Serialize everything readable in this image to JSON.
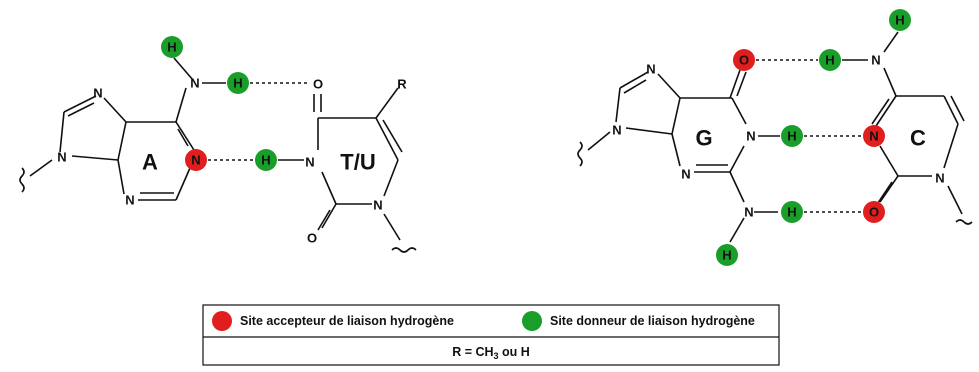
{
  "colors": {
    "acceptor": "#e01e1e",
    "donor": "#1a9e2a",
    "line": "#111111"
  },
  "pair_at": {
    "base_a": "A",
    "base_tu": "T/U",
    "substituent_r": "R",
    "atom_n": "N",
    "atom_h": "H",
    "atom_o": "O"
  },
  "pair_gc": {
    "base_g": "G",
    "base_c": "C",
    "atom_n": "N",
    "atom_h": "H",
    "atom_o": "O"
  },
  "legend": {
    "acceptor_label": "Site accepteur de liaison hydrogène",
    "donor_label": "Site donneur de liaison hydrogène",
    "formula_prefix": "R = CH",
    "formula_sub": "3",
    "formula_suffix": " ou H"
  }
}
